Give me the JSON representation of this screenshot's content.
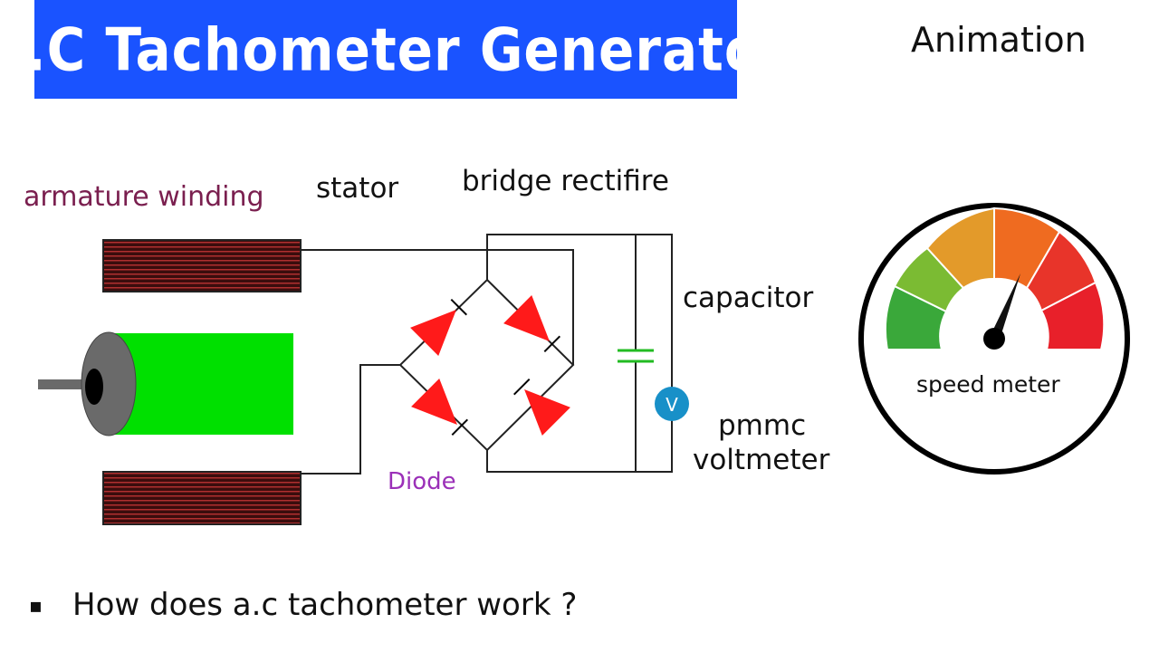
{
  "title": "A.C Tachometer Generator",
  "corner_label": "Animation",
  "labels": {
    "armature_winding": "armature winding",
    "stator": "stator",
    "bridge_rectifier": "bridge rectifire",
    "capacitor": "capacitor",
    "pmmc_line1": "pmmc",
    "pmmc_line2": "voltmeter",
    "diode": "Diode",
    "speed_meter": "speed meter",
    "voltmeter_symbol": "V"
  },
  "bullet": {
    "marker": "▪",
    "text": "How does a.c tachometer work  ?"
  },
  "colors": {
    "title_bg": "#1a53ff",
    "rotor": "#00e000",
    "winding": "#5a1a1a",
    "diode": "#ff1a1a",
    "capacitor": "#22bb22",
    "voltmeter": "#1890c8",
    "armature_label": "#7a1f4f",
    "diode_label": "#9b30b8"
  }
}
